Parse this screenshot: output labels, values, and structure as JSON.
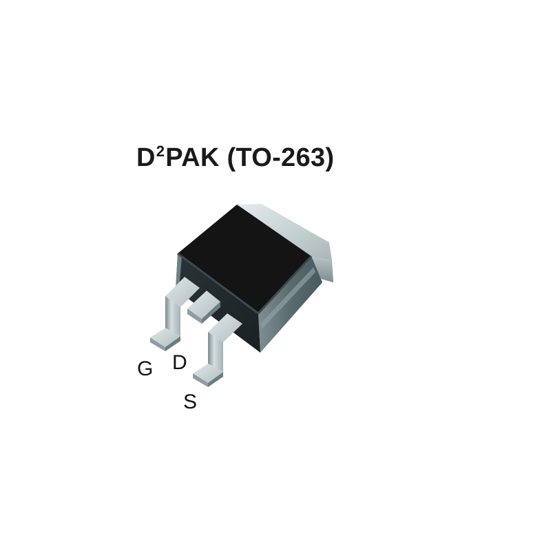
{
  "figure": {
    "title_prefix": "D",
    "title_superscript": "2",
    "title_suffix": "PAK (TO-263)",
    "package_name": "D2PAK (TO-263)"
  },
  "pins": {
    "gate": "G",
    "drain": "D",
    "source": "S"
  },
  "colors": {
    "background": "#ffffff",
    "body_top": "#141414",
    "tab_light": "#c9d3d4",
    "side_dark": "#4d5e63",
    "lead_light": "#d9e1e2",
    "lead_mid": "#9fadb0",
    "lead_dark": "#5f7074",
    "text": "#111111"
  }
}
